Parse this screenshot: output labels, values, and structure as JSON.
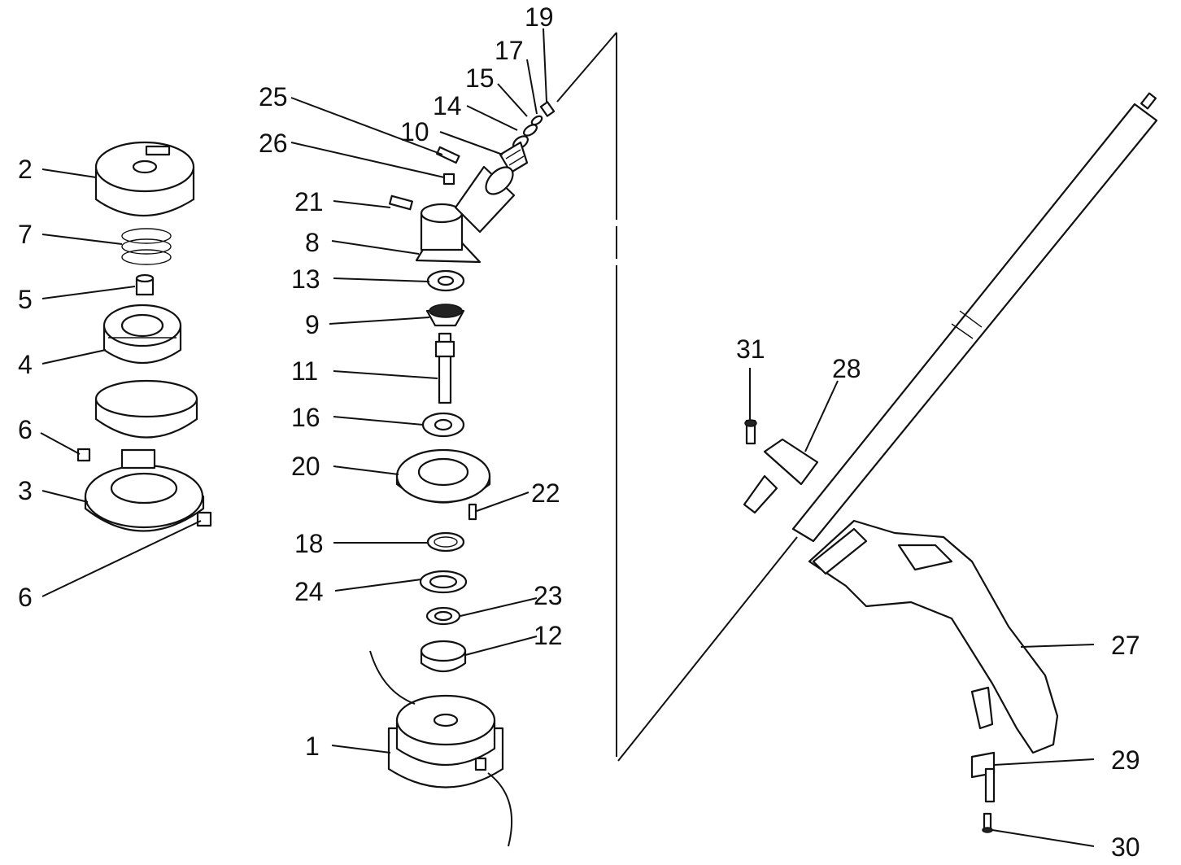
{
  "labels": {
    "p1": "1",
    "p2": "2",
    "p3": "3",
    "p4": "4",
    "p5": "5",
    "p6a": "6",
    "p6b": "6",
    "p7": "7",
    "p8": "8",
    "p9": "9",
    "p10": "10",
    "p11": "11",
    "p12": "12",
    "p13": "13",
    "p14": "14",
    "p15": "15",
    "p16": "16",
    "p17": "17",
    "p18": "18",
    "p19": "19",
    "p20": "20",
    "p21": "21",
    "p22": "22",
    "p23": "23",
    "p24": "24",
    "p25": "25",
    "p26": "26",
    "p27": "27",
    "p28": "28",
    "p29": "29",
    "p30": "30",
    "p31": "31"
  }
}
